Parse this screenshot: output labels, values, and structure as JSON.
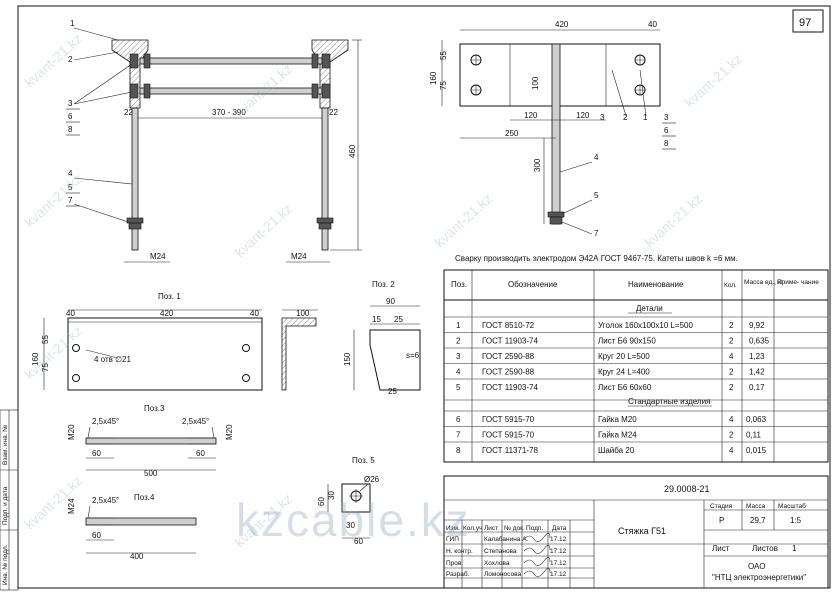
{
  "sheet": {
    "number": "97"
  },
  "main_view": {
    "dims": {
      "span": "370 - 390",
      "height": "460",
      "left_offset": "22",
      "right_offset": "22",
      "thread_left": "M24",
      "thread_right": "M24"
    },
    "callouts": [
      "1",
      "2",
      "3",
      "6",
      "8",
      "4",
      "5",
      "7"
    ]
  },
  "top_right_view": {
    "dims": {
      "width": "420",
      "right_margin": "40",
      "height": "160",
      "dim55": "55",
      "dim75": "75",
      "dim100": "100",
      "dim120a": "120",
      "dim120b": "120",
      "dim250": "250",
      "dim300": "300"
    },
    "callouts": [
      "3",
      "2",
      "1",
      "6",
      "8",
      "4",
      "5",
      "7"
    ]
  },
  "weld_note": "Сварку производить электродом Э42А ГОСТ 9467-75. Катеты швов k =6 мм.",
  "pos1": {
    "title": "Поз. 1",
    "width": "420",
    "left": "40",
    "right": "40",
    "height": "160",
    "d55": "55",
    "d75": "75",
    "holes": "4 отв ∅21",
    "side_w": "100"
  },
  "pos2": {
    "title": "Поз. 2",
    "w90": "90",
    "w15": "15",
    "w25": "25",
    "h150": "150",
    "b25": "25",
    "thickness": "s=6"
  },
  "pos3": {
    "title": "Поз.3",
    "chamfer_l": "2,5x45°",
    "chamfer_r": "2,5x45°",
    "thread_l": "M20",
    "thread_r": "M20",
    "len_l": "60",
    "len_r": "60",
    "total": "500"
  },
  "pos4": {
    "title": "Поз.4",
    "chamfer": "2,5x45°",
    "thread": "M24",
    "len": "60",
    "total": "400"
  },
  "pos5": {
    "title": "Поз. 5",
    "hole": "Ø26",
    "h60": "60",
    "h30": "30",
    "w30": "30",
    "w60": "60"
  },
  "spec": {
    "headers": {
      "pos": "Поз.",
      "code": "Обозначение",
      "name": "Наименование",
      "qty": "Кол.",
      "mass": "Масса ед., кг",
      "note": "Приме- чание"
    },
    "section1": "Детали",
    "rows1": [
      {
        "pos": "1",
        "code": "ГОСТ 8510-72",
        "name": "Уголок 160x100x10    L=500",
        "qty": "2",
        "mass": "9,92"
      },
      {
        "pos": "2",
        "code": "ГОСТ 11903-74",
        "name": "Лист Б6    90x150",
        "qty": "2",
        "mass": "0,635"
      },
      {
        "pos": "3",
        "code": "ГОСТ 2590-88",
        "name": "Круг 20    L=500",
        "qty": "4",
        "mass": "1,23"
      },
      {
        "pos": "4",
        "code": "ГОСТ 2590-88",
        "name": "Круг 24    L=400",
        "qty": "2",
        "mass": "1,42"
      },
      {
        "pos": "5",
        "code": "ГОСТ 11903-74",
        "name": "Лист Б6    60x60",
        "qty": "2",
        "mass": "0,17"
      }
    ],
    "section2": "Стандартные изделия",
    "rows2": [
      {
        "pos": "6",
        "code": "ГОСТ 5915-70",
        "name": "Гайка М20",
        "qty": "4",
        "mass": "0,063"
      },
      {
        "pos": "7",
        "code": "ГОСТ 5915-70",
        "name": "Гайка М24",
        "qty": "2",
        "mass": "0,11"
      },
      {
        "pos": "8",
        "code": "ГОСТ 11371-78",
        "name": "Шайба 20",
        "qty": "4",
        "mass": "0,015"
      }
    ]
  },
  "title_block": {
    "doc_code": "29.0008-21",
    "name": "Стяжка Г51",
    "col_headers": {
      "izm": "Изм.",
      "kol": "Кол.уч",
      "list": "Лист",
      "ndoc": "№ док.",
      "podp": "Подп.",
      "data": "Дата"
    },
    "stage_h": "Стадия",
    "mass_h": "Масса",
    "scale_h": "Масштаб",
    "stage": "Р",
    "mass": "29,7",
    "scale": "1:5",
    "list_h": "Лист",
    "lists_h": "Листов",
    "lists": "1",
    "org1": "ОАО",
    "org2": "\"НТЦ электроэнергетики\"",
    "staff": [
      {
        "role": "ГИП",
        "name": "Калабанина А.",
        "date": "17.12"
      },
      {
        "role": "Н. контр.",
        "name": "Степанова",
        "date": "17.12"
      },
      {
        "role": "Пров.",
        "name": "Хохлова",
        "date": "17.12"
      },
      {
        "role": "Разраб.",
        "name": "Ломоносова",
        "date": "17.12"
      }
    ]
  },
  "left_strip": [
    "Взам. инв. №",
    "Подп. и дата",
    "Инв. № подл."
  ],
  "watermarks": {
    "small": "kvant-21.kz",
    "big": "kzcable.kz"
  }
}
